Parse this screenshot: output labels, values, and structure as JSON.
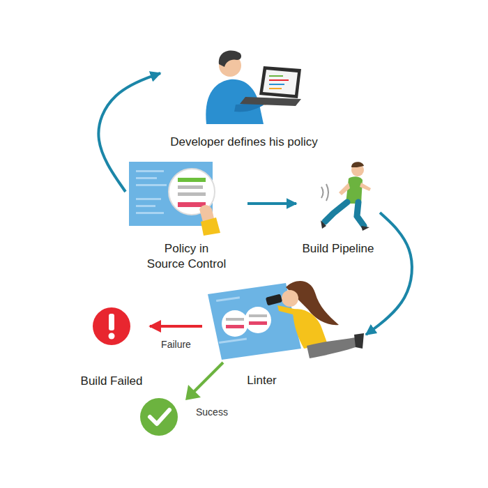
{
  "diagram": {
    "nodes": [
      {
        "text": [
          "Developer defines his policy"
        ]
      },
      {
        "text": [
          "Policy in Source Control"
        ]
      },
      {
        "text": [
          "Build Pipeline"
        ]
      },
      {
        "text": [
          "Linter"
        ]
      },
      {
        "text": [
          "Build Failed"
        ]
      }
    ],
    "edges": [
      {
        "from": 1,
        "to": 0,
        "arrow": "to"
      },
      {
        "from": 1,
        "to": 2,
        "arrow": "to"
      },
      {
        "from": 2,
        "to": 3,
        "arrow": "to"
      },
      {
        "from": 3,
        "to": 4,
        "arrow": "to",
        "label": "Failure"
      }
    ],
    "labels": [
      "Sucess"
    ]
  }
}
